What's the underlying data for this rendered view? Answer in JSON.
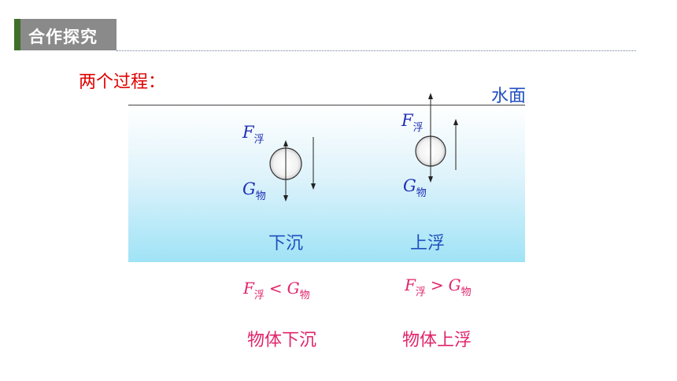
{
  "header": {
    "title": "合作探究"
  },
  "intro": {
    "label": "两个过程："
  },
  "water_surface": {
    "label": "水面"
  },
  "sinking": {
    "buoyancy": {
      "symbol": "F",
      "sub": "浮"
    },
    "gravity": {
      "symbol": "G",
      "sub": "物"
    },
    "state": "下沉",
    "condition": {
      "left": "F",
      "left_sub": "浮",
      "operator": "<",
      "right": "G",
      "right_sub": "物"
    },
    "result": "物体下沉"
  },
  "floating": {
    "buoyancy": {
      "symbol": "F",
      "sub": "浮"
    },
    "gravity": {
      "symbol": "G",
      "sub": "物"
    },
    "state": "上浮",
    "condition": {
      "left": "F",
      "left_sub": "浮",
      "operator": ">",
      "right": "G",
      "right_sub": "物"
    },
    "result": "物体上浮"
  },
  "colors": {
    "accent": "#3f6f2b",
    "header_bg": "#8a8a8a",
    "red": "#e00000",
    "pink": "#e0246a",
    "blue": "#1f4fbf"
  }
}
